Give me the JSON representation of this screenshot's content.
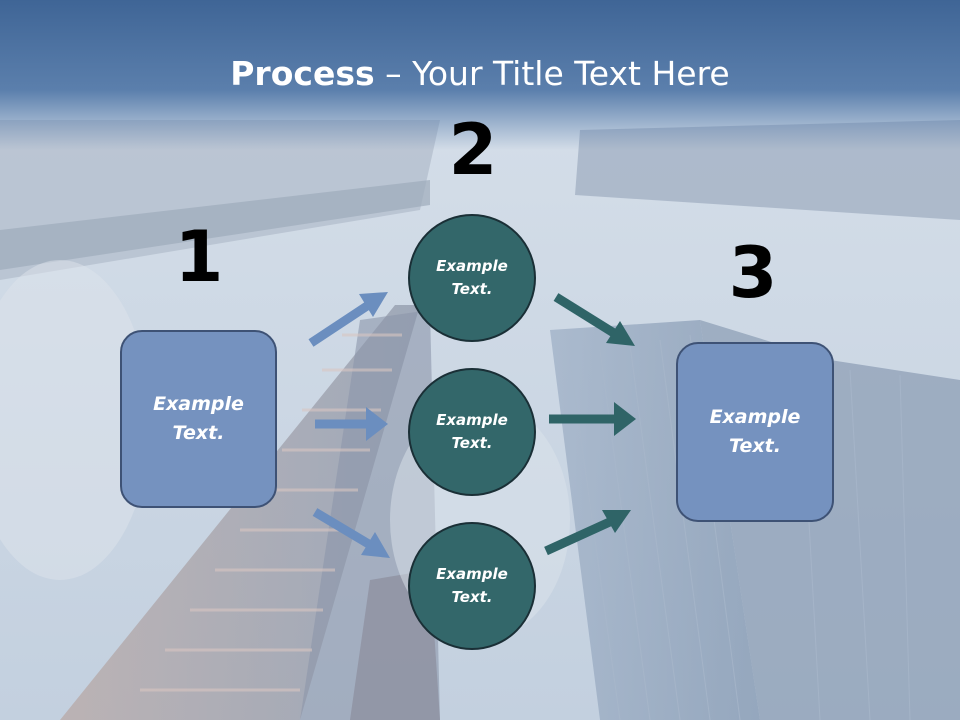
{
  "slide": {
    "title_bold": "Process",
    "title_rest": " – Your Title Text Here"
  },
  "steps": {
    "one": "1",
    "two": "2",
    "three": "3"
  },
  "left_box": {
    "text": "Example Text."
  },
  "circles": [
    {
      "text": "Example Text."
    },
    {
      "text": "Example Text."
    },
    {
      "text": "Example Text."
    }
  ],
  "right_box": {
    "text": "Example Text."
  },
  "colors": {
    "title_band": "#4b6f9f",
    "box_fill": "#7592bf",
    "circle_fill": "#33676a",
    "left_arrow": "#6b8ebf",
    "right_arrow": "#2f6467"
  }
}
